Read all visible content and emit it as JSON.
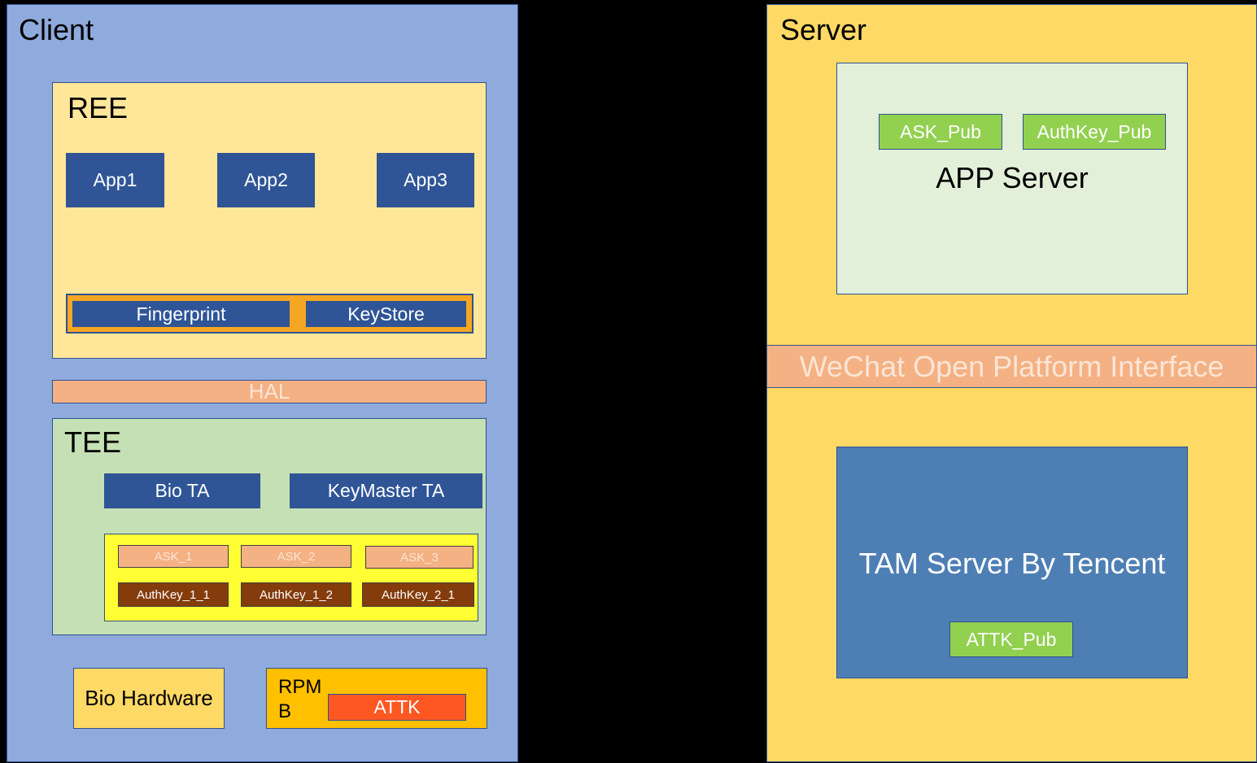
{
  "client": {
    "title": "Client",
    "ree": {
      "title": "REE",
      "apps": [
        "App1",
        "App2",
        "App3"
      ],
      "fingerprint": "Fingerprint",
      "keystore": "KeyStore"
    },
    "hal": "HAL",
    "tee": {
      "title": "TEE",
      "bio_ta": "Bio TA",
      "keymaster_ta": "KeyMaster TA",
      "asks": [
        "ASK_1",
        "ASK_2",
        "ASK_3"
      ],
      "authkeys": [
        "AuthKey_1_1",
        "AuthKey_1_2",
        "AuthKey_2_1"
      ]
    },
    "bio_hardware": "Bio Hardware",
    "rpmb": "RPMB",
    "attk": "ATTK"
  },
  "server": {
    "title": "Server",
    "app_server": {
      "title": "APP Server",
      "ask_pub": "ASK_Pub",
      "authkey_pub": "AuthKey_Pub"
    },
    "wechat": "WeChat Open Platform Interface",
    "tam": {
      "title": "TAM Server By Tencent",
      "attk_pub": "ATTK_Pub"
    }
  }
}
